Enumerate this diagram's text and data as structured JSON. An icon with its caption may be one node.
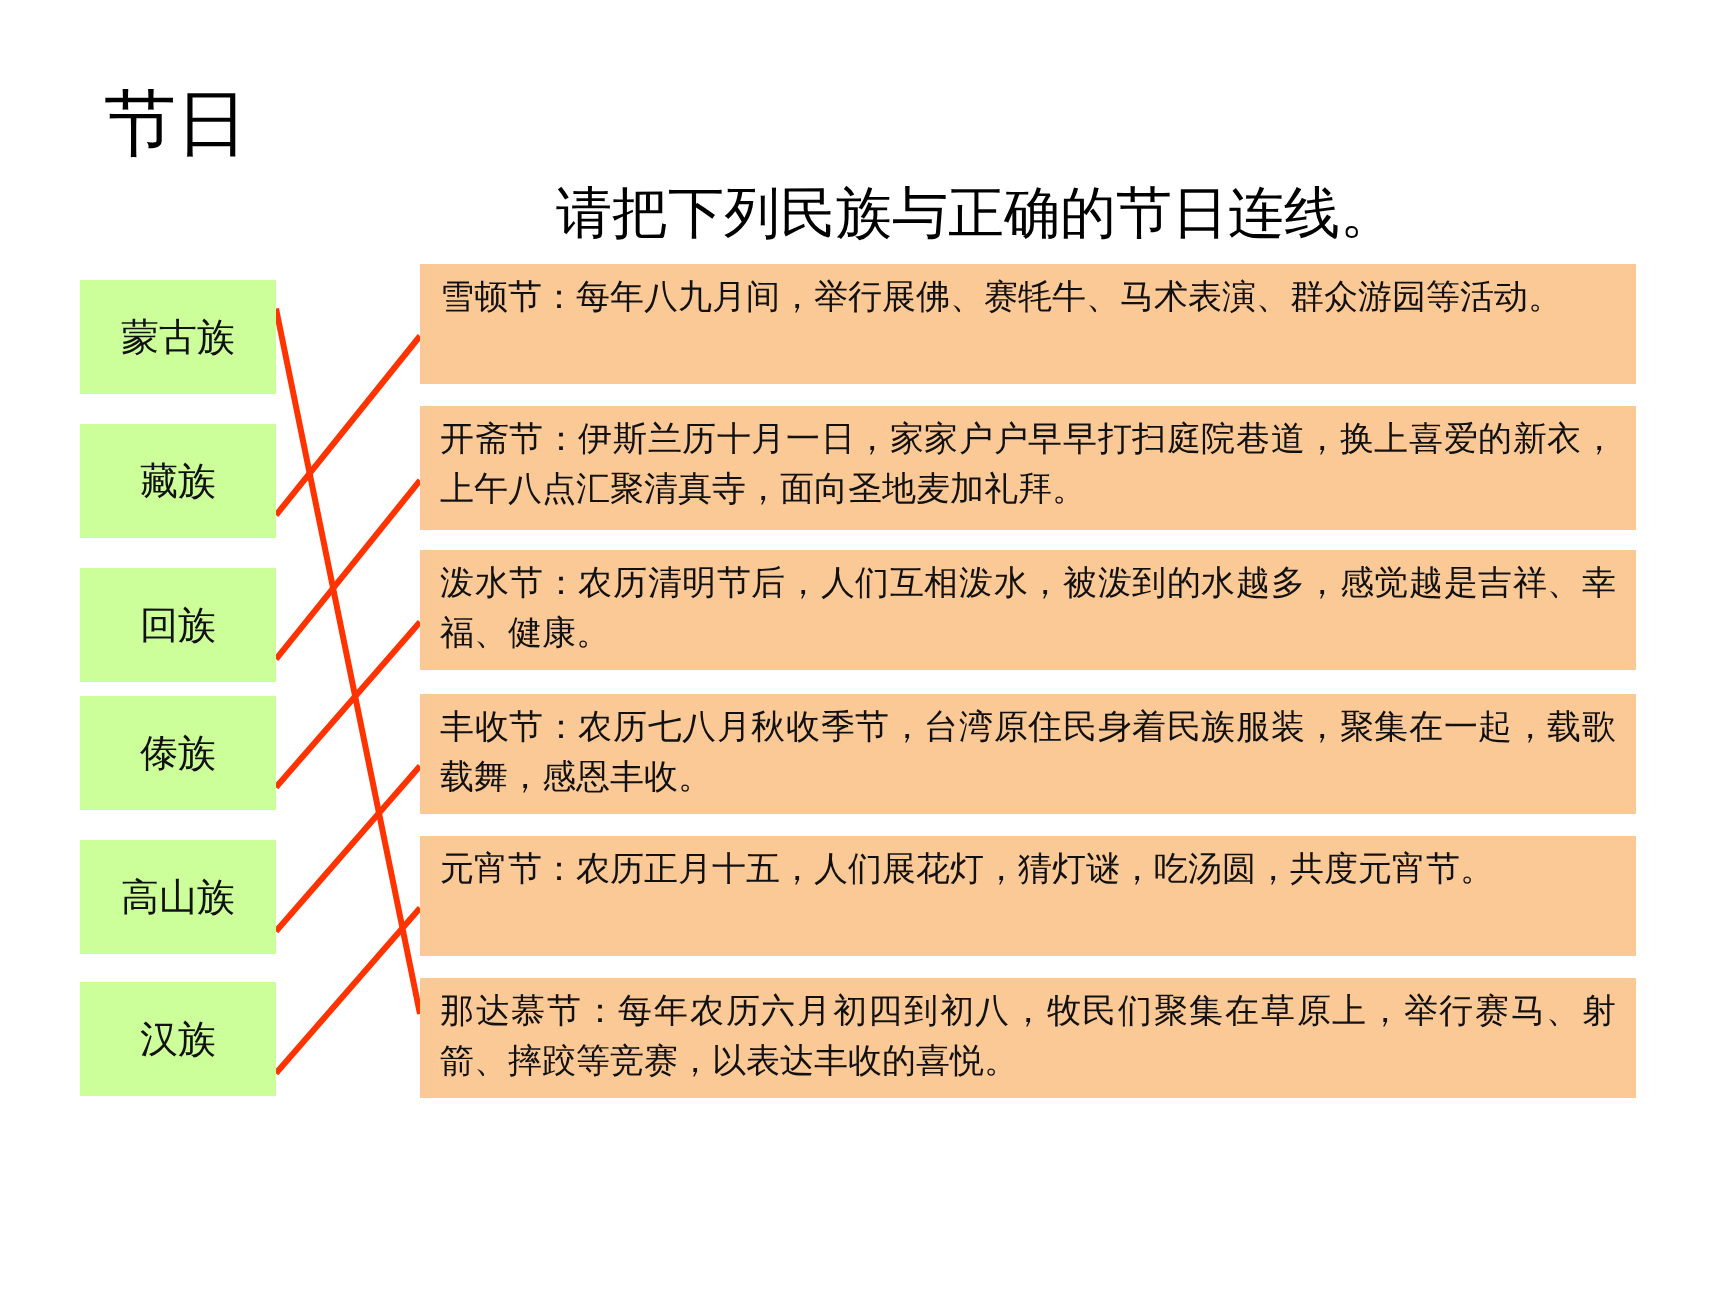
{
  "diagram": {
    "title": "节日",
    "nodes": [
      {
        "text": [
          "蒙古族"
        ]
      },
      {
        "text": [
          "藏族"
        ]
      },
      {
        "text": [
          "回族"
        ]
      },
      {
        "text": [
          "傣族"
        ]
      },
      {
        "text": [
          "高山族"
        ]
      },
      {
        "text": [
          "汉族"
        ]
      },
      {
        "text": [
          "雪顿节：每年八九月间，举行展佛、赛牦牛、马术表演、群众游园等活动。"
        ]
      },
      {
        "text": [
          "开斋节：伊斯兰历十月一日，家家户户早早打扫庭院巷道，换上喜爱的新衣，上午八点汇聚清真寺，面向圣地麦加礼拜。"
        ]
      },
      {
        "text": [
          "泼水节：农历清明节后，人们互相泼水，被泼到的水越多，感觉越是吉祥、幸福、健康。"
        ]
      },
      {
        "text": [
          "丰收节：农历七八月秋收季节，台湾原住民身着民族服装，聚集在一起，载歌载舞，感恩丰收。"
        ]
      },
      {
        "text": [
          "元宵节：农历正月十五，人们展花灯，猜灯谜，吃汤圆，共度元宵节。"
        ]
      },
      {
        "text": [
          "那达慕节：每年农历六月初四到初八，牧民们聚集在草原上，举行赛马、射箭、摔跤等竞赛，以表达丰收的喜悦。"
        ]
      }
    ],
    "edges": [
      {
        "from": 0,
        "to": 11,
        "arrow": "none"
      },
      {
        "from": 1,
        "to": 6,
        "arrow": "none"
      },
      {
        "from": 2,
        "to": 7,
        "arrow": "none"
      },
      {
        "from": 3,
        "to": 8,
        "arrow": "none"
      },
      {
        "from": 4,
        "to": 9,
        "arrow": "none"
      },
      {
        "from": 5,
        "to": 10,
        "arrow": "none"
      }
    ],
    "labels": [
      "请把下列民族与正确的节日连线。"
    ]
  }
}
